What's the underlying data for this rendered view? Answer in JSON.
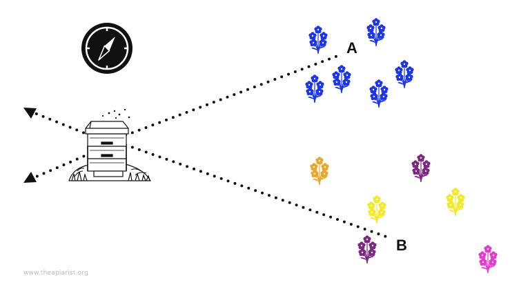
{
  "labels": {
    "a": "A",
    "b": "B"
  },
  "credit": "www.theapiarist.org",
  "colors": {
    "blue": "#1c35e6",
    "orange": "#e6a72a",
    "yellow": "#f2e92a",
    "purple": "#7a2a82",
    "magenta": "#e63ad0",
    "ink": "#111111"
  },
  "icons": {
    "compass": "compass-icon",
    "hive": "beehive-icon",
    "flower": "flower-bunch-icon",
    "arrow": "arrow-head-icon"
  }
}
